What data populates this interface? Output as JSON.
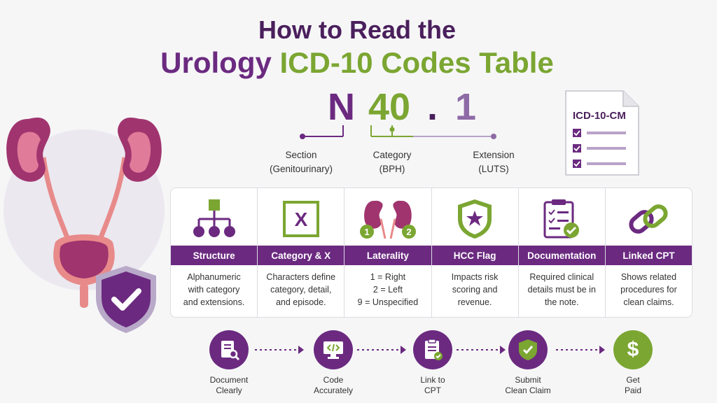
{
  "title": {
    "line1": "How to Read the",
    "line2_part1": "Urology",
    "line2_part2": "ICD-10 Codes Table"
  },
  "code": {
    "char1": "N",
    "char2": "40",
    "char3": ".",
    "char4": "1",
    "parts": [
      {
        "label": "Section",
        "sub": "(Genitourinary)"
      },
      {
        "label": "Category",
        "sub": "(BPH)"
      },
      {
        "label": "Extension",
        "sub": "(LUTS)"
      }
    ]
  },
  "doc_card": {
    "title": "ICD-10-CM"
  },
  "cards": [
    {
      "icon": "hierarchy-icon",
      "title": "Structure",
      "desc": "Alphanumeric\nwith category\nand extensions."
    },
    {
      "icon": "x-box-icon",
      "title": "Category & X",
      "desc": "Characters define\ncategory, detail,\nand episode.",
      "icon_text": "X"
    },
    {
      "icon": "kidneys-icon",
      "title": "Laterality",
      "desc": "1 = Right\n2 = Left\n9 = Unspecified",
      "badge1": "1",
      "badge2": "2"
    },
    {
      "icon": "star-shield-icon",
      "title": "HCC Flag",
      "desc": "Impacts risk\nscoring and\nrevenue."
    },
    {
      "icon": "clipboard-check-icon",
      "title": "Documentation",
      "desc": "Required clinical\ndetails must be in\nthe note."
    },
    {
      "icon": "chain-link-icon",
      "title": "Linked CPT",
      "desc": "Shows related\nprocedures for\nclean claims."
    }
  ],
  "flow": [
    {
      "icon": "document-search-icon",
      "label": "Document\nClearly"
    },
    {
      "icon": "code-monitor-icon",
      "label": "Code\nAccurately"
    },
    {
      "icon": "clipboard-link-icon",
      "label": "Link to\nCPT"
    },
    {
      "icon": "shield-check-icon",
      "label": "Submit\nClean Claim"
    },
    {
      "icon": "dollar-icon",
      "label": "Get\nPaid",
      "symbol": "$"
    }
  ],
  "colors": {
    "purple": "#6b2a80",
    "green": "#7ba632",
    "dark_purple": "#4a1f5c",
    "kidney": "#a0346e"
  }
}
